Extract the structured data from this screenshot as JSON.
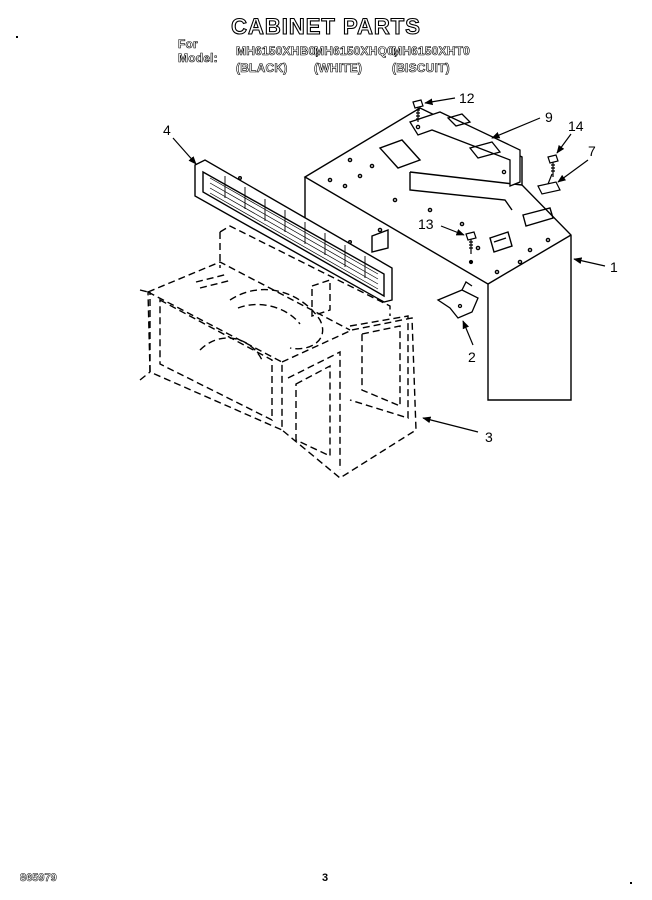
{
  "title": "CABINET PARTS",
  "models_label": "For Model:",
  "models": [
    {
      "model": "MH6150XHB0,",
      "color": "(BLACK)"
    },
    {
      "model": "MH6150XHQ0,",
      "color": "(WHITE)"
    },
    {
      "model": "MH6150XHT0",
      "color": "(BISCUIT)"
    }
  ],
  "callouts": [
    {
      "number": "1"
    },
    {
      "number": "2"
    },
    {
      "number": "3"
    },
    {
      "number": "4"
    },
    {
      "number": "7"
    },
    {
      "number": "9"
    },
    {
      "number": "12"
    },
    {
      "number": "13"
    },
    {
      "number": "14"
    }
  ],
  "footer": {
    "doc_number": "865979",
    "page_number": "3"
  }
}
